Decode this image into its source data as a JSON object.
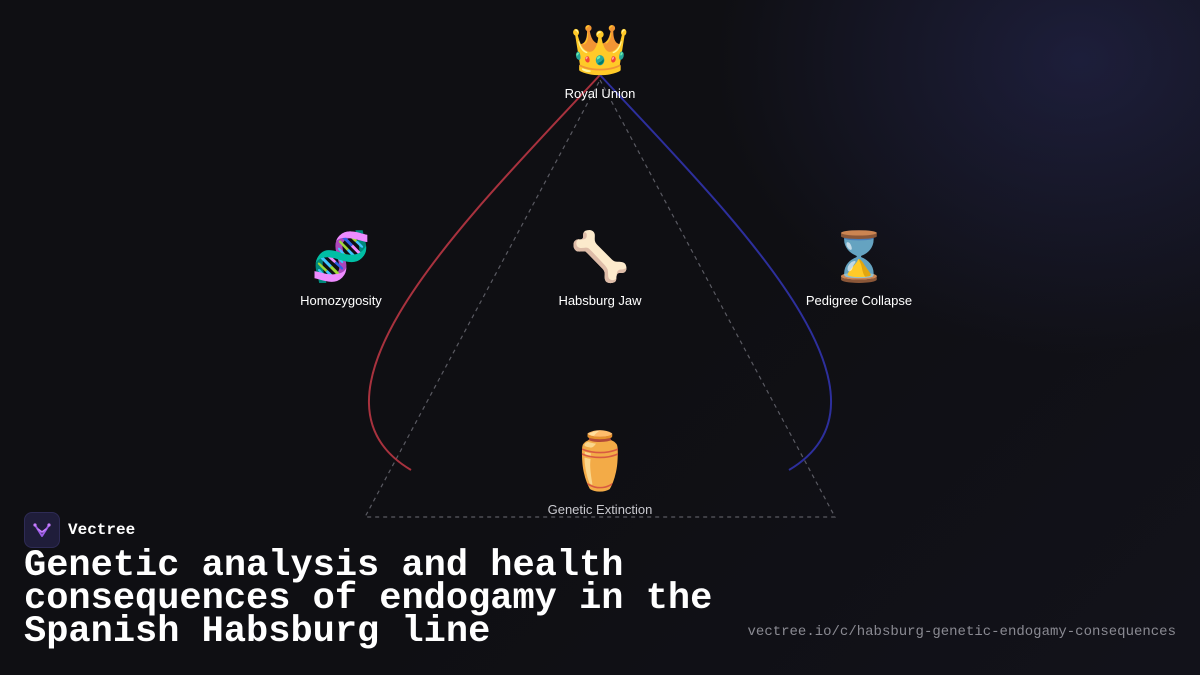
{
  "diagram": {
    "nodes": {
      "top": {
        "icon": "crown-icon",
        "emoji": "👑",
        "label": "Royal Union"
      },
      "left": {
        "icon": "dna-icon",
        "emoji": "🧬",
        "label": "Homozygosity"
      },
      "center": {
        "icon": "bone-icon",
        "emoji": "🦴",
        "label": "Habsburg Jaw"
      },
      "right": {
        "icon": "hourglass-icon",
        "emoji": "⌛",
        "label": "Pedigree Collapse"
      },
      "bottom": {
        "icon": "urn-icon",
        "emoji": "⚱️",
        "label": "Genetic Extinction"
      }
    },
    "colors": {
      "left_curve": "#a8323e",
      "right_curve": "#2d2f9c",
      "dashed_outline": "#5a5a62"
    }
  },
  "brand": {
    "name": "Vectree",
    "logo_color": "#9b5de5"
  },
  "title": "Genetic analysis and health consequences of endogamy in the Spanish Habsburg line",
  "url": "vectree.io/c/habsburg-genetic-endogamy-consequences"
}
